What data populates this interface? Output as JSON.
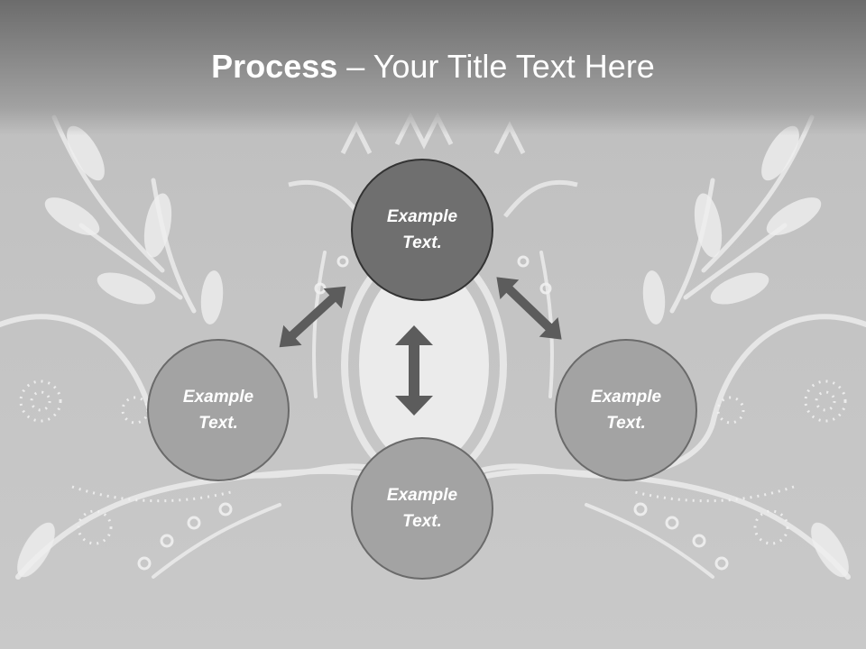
{
  "slide": {
    "title_bold": "Process",
    "title_rest": " – Your Title Text Here"
  },
  "diagram": {
    "nodes": {
      "top": "Example Text.",
      "left": "Example Text.",
      "right": "Example Text.",
      "bottom": "Example Text."
    }
  },
  "colors": {
    "title_bar": "#6c6c6c",
    "node_dark": "#6f6f6f",
    "node_light": "#a3a3a3",
    "arrow": "#5c5c5c",
    "ornament": "#e8e8e8"
  }
}
